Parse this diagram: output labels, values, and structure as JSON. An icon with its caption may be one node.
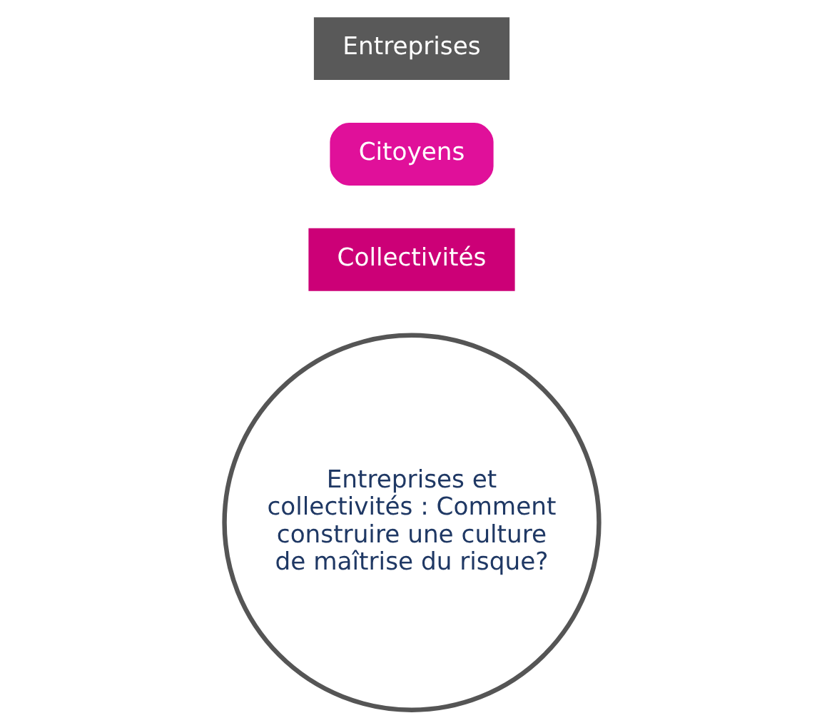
{
  "diagram": {
    "nodes": [
      {
        "text": [
          "Entreprises et collectivités : Comment construire une culture de maîtrise du risque?"
        ]
      },
      {
        "text": [
          "Collectivités"
        ]
      },
      {
        "text": [
          "Citoyens"
        ]
      },
      {
        "text": [
          "Entreprises"
        ]
      }
    ]
  }
}
